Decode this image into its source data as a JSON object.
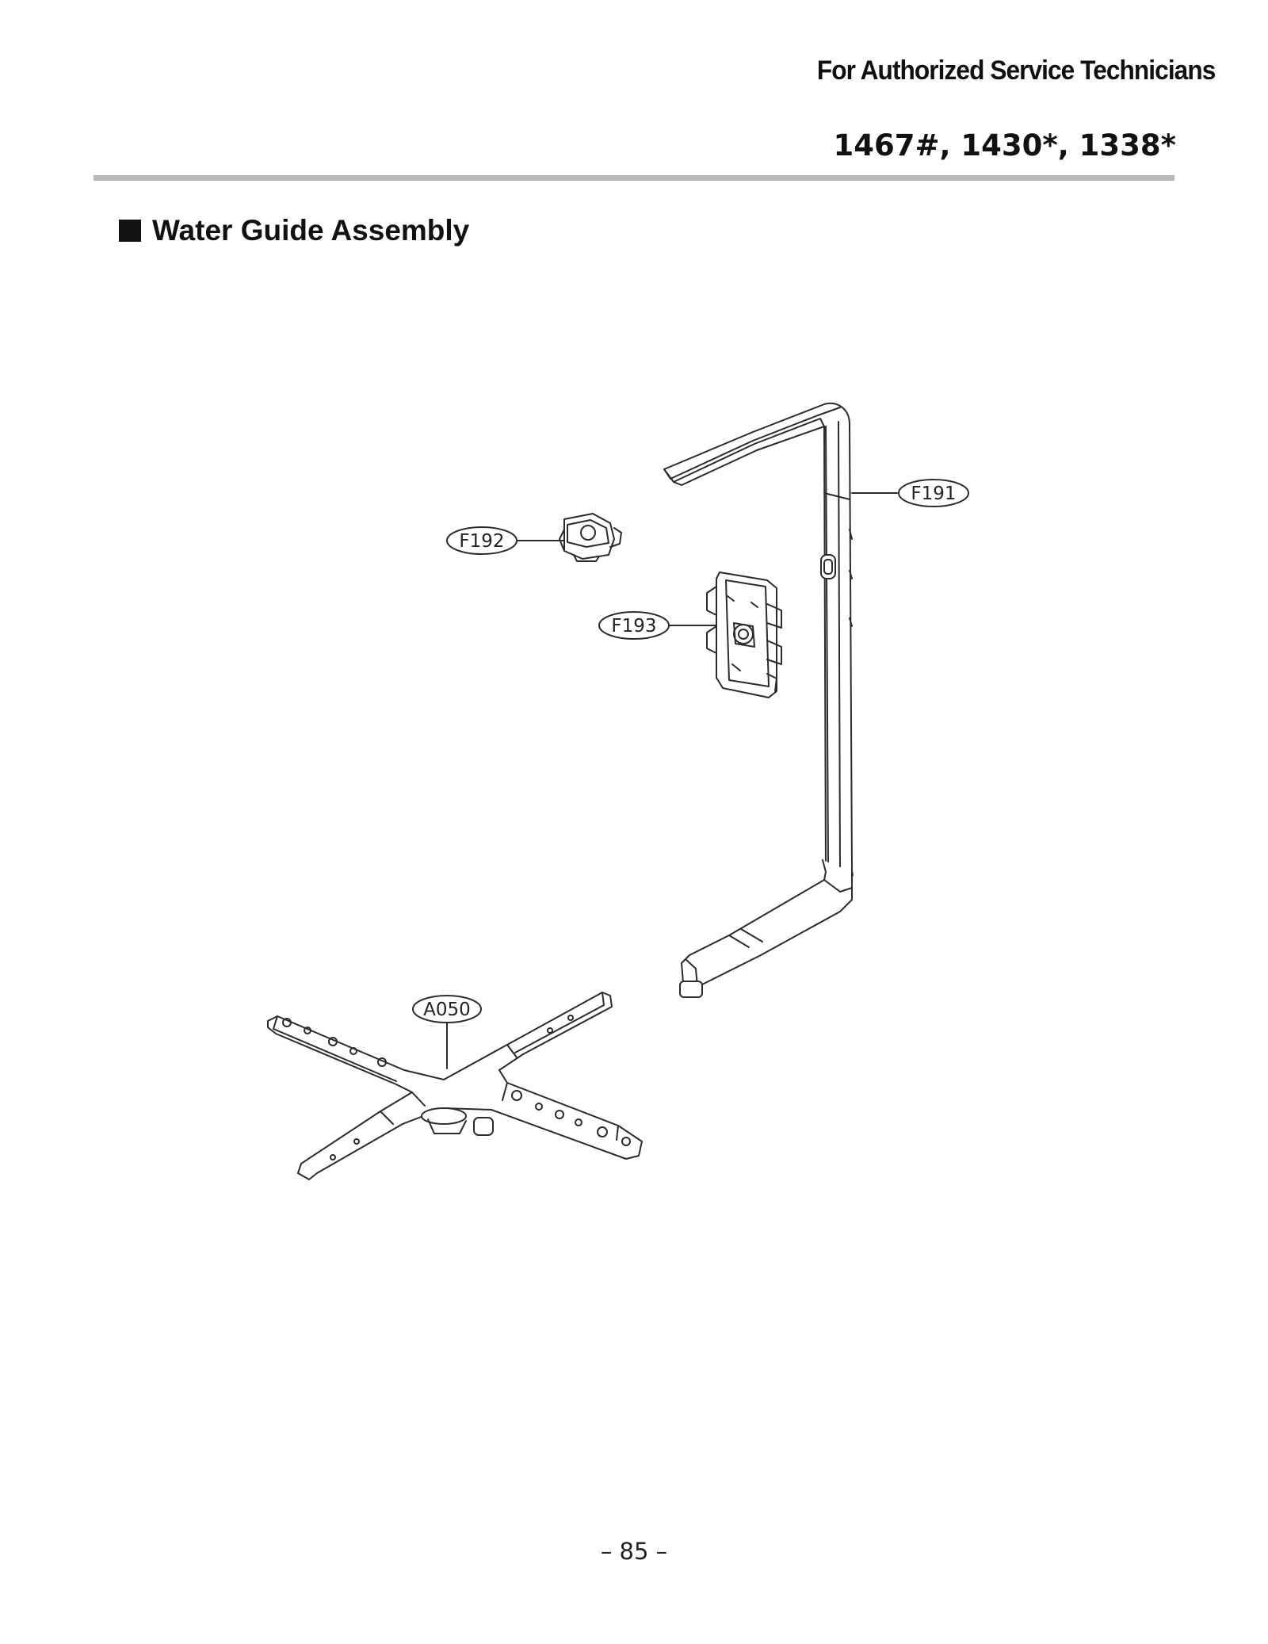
{
  "header": {
    "note": "For Authorized Service Technicians",
    "model_numbers": "1467#, 1430*, 1338*"
  },
  "section": {
    "title": "Water Guide Assembly"
  },
  "callouts": {
    "f191": "F191",
    "f192": "F192",
    "f193": "F193",
    "a050": "A050"
  },
  "footer": {
    "page_number": "– 85 –"
  }
}
